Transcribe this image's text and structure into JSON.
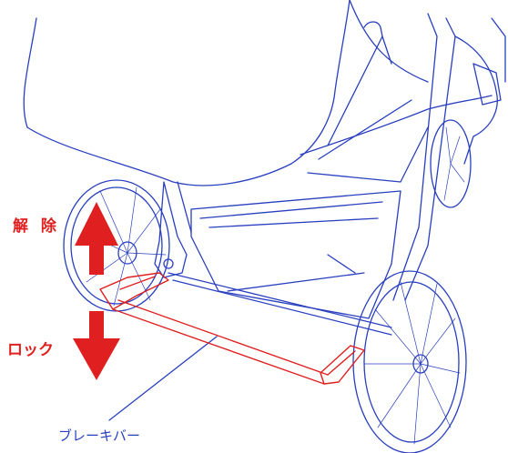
{
  "labels": {
    "release": "解 除",
    "lock": "ロック",
    "brake_bar": "ブレーキバー"
  },
  "colors": {
    "line_art": "#2a3fbf",
    "highlight": "#e02020",
    "background": "#ffffff"
  },
  "icons": {
    "up_arrow": "up-arrow-icon",
    "down_arrow": "down-arrow-icon"
  }
}
